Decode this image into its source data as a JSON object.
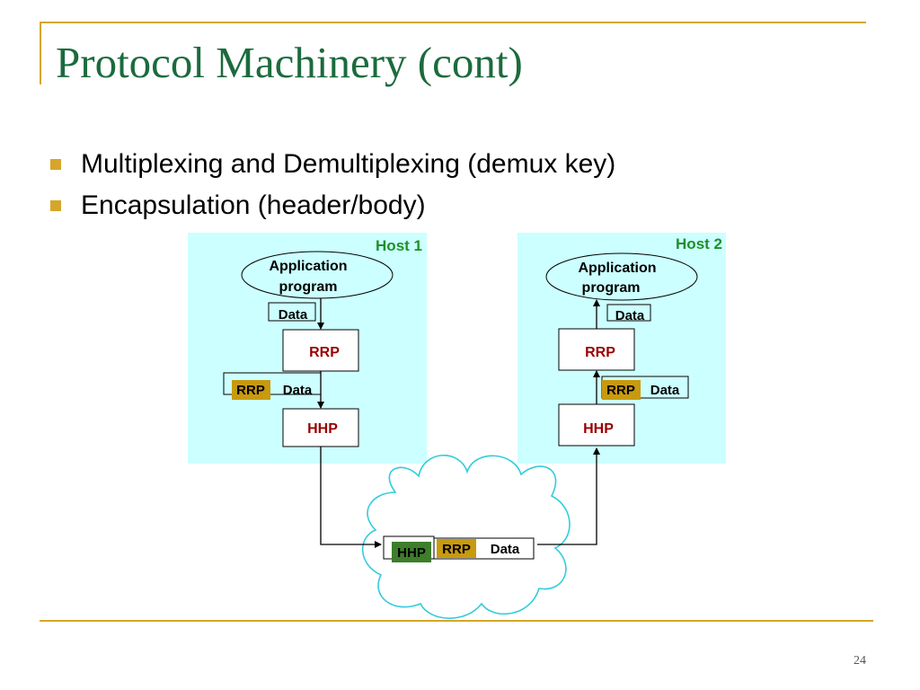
{
  "slide": {
    "title": "Protocol Machinery (cont)",
    "page_number": "24",
    "bullets": [
      "Multiplexing and Demultiplexing (demux key)",
      "Encapsulation (header/body)"
    ]
  },
  "diagram": {
    "host1": {
      "label": "Host 1",
      "app_line1": "Application",
      "app_line2": "program",
      "data": "Data",
      "rrp": "RRP",
      "rrp_header": "RRP",
      "rrp_data": "Data",
      "hhp": "HHP"
    },
    "host2": {
      "label": "Host 2",
      "app_line1": "Application",
      "app_line2": "program",
      "data": "Data",
      "rrp": "RRP",
      "rrp_header": "RRP",
      "rrp_data": "Data",
      "hhp": "HHP"
    },
    "network": {
      "hhp_header": "HHP",
      "rrp_header": "RRP",
      "data": "Data"
    },
    "colors": {
      "host_bg": "#ccffff",
      "host_label": "#1f8f2a",
      "protocol_text": "#990000",
      "rrp_header_bg": "#c89a10",
      "hhp_header_bg": "#3e7d2c",
      "cloud_stroke": "#33ccdd",
      "accent": "#d6a62a",
      "title": "#1b6b3d"
    }
  }
}
